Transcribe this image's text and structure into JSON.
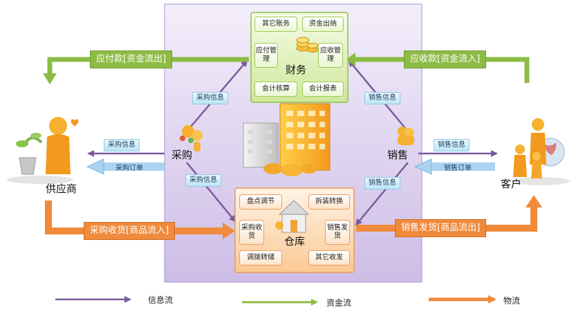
{
  "finance": {
    "title": "财务",
    "cells": [
      "其它账务",
      "资金出纳",
      "应付管理",
      "应收管理",
      "会计核算",
      "会计报表"
    ]
  },
  "warehouse": {
    "title": "仓库",
    "cells": [
      "盘点调节",
      "拆装转换",
      "采购收货",
      "销售发货",
      "调拨转储",
      "其它收发"
    ]
  },
  "nodes": {
    "purchase": "采购",
    "sales": "销售",
    "supplier": "供应商",
    "customer": "客户"
  },
  "flows": {
    "purchase_info": "采购信息",
    "purchase_order": "采购订单",
    "sales_info": "销售信息",
    "sales_order": "销售订单",
    "payable": "应付款[资金流出]",
    "receivable": "应收款[资金流入]",
    "purchase_receipt": "采购收货[商品流入]",
    "sales_delivery": "销售发货[商品流出]"
  },
  "legend": {
    "info": "信息流",
    "fund": "资金流",
    "goods": "物流"
  },
  "colors": {
    "info": "#7a5a9e",
    "fund": "#8cbc45",
    "goods": "#f08a3c",
    "panel": "#dcd0ee"
  }
}
